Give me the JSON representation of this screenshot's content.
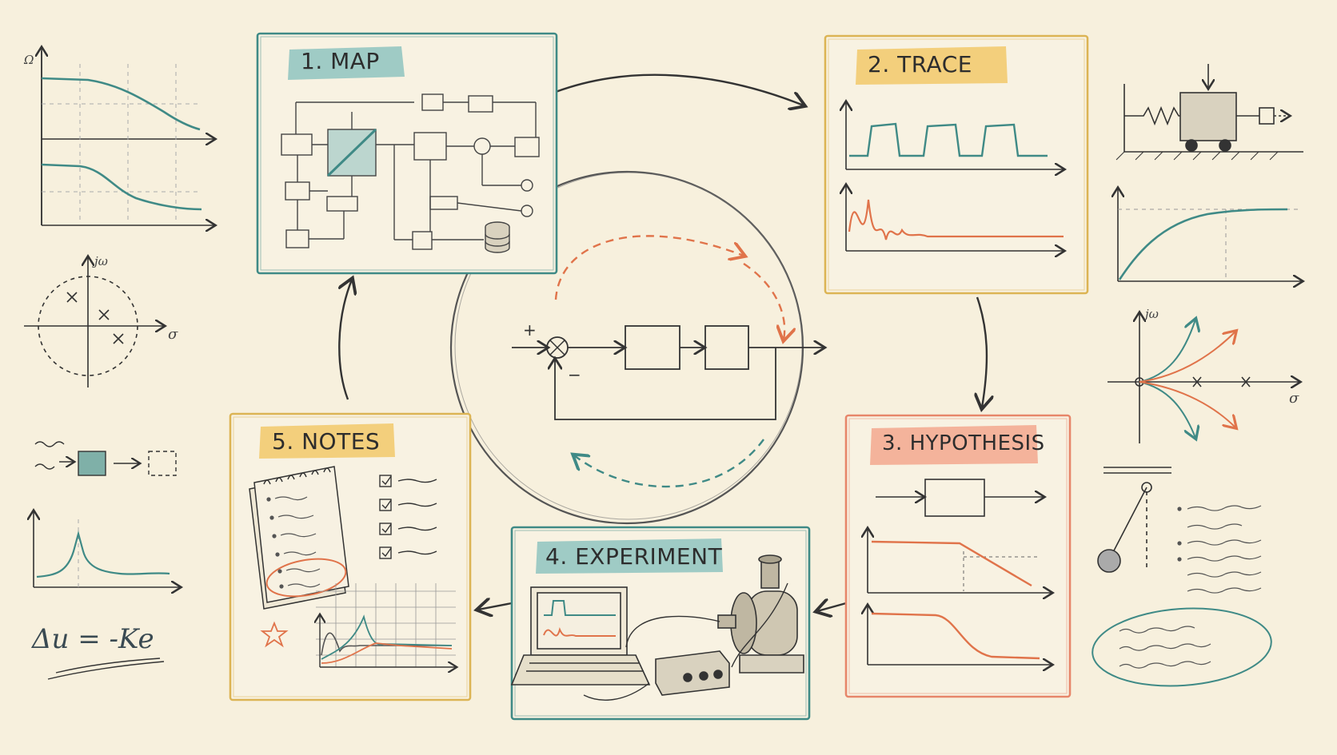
{
  "colors": {
    "paper": "#f7f0dd",
    "ink": "#3a3a3a",
    "teal": "#3f8a86",
    "orange": "#e0734a",
    "gold": "#dcb454",
    "salmon": "#e7866a"
  },
  "steps": [
    {
      "id": "map",
      "label": "1. MAP",
      "color": "teal",
      "highlight": "#8fc4c0"
    },
    {
      "id": "trace",
      "label": "2. TRACE",
      "color": "gold",
      "highlight": "#f2c96a"
    },
    {
      "id": "hypothesis",
      "label": "3. HYPOTHESIS",
      "color": "salmon",
      "highlight": "#f3a88e"
    },
    {
      "id": "experiment",
      "label": "4. EXPERIMENT",
      "color": "teal",
      "highlight": "#8fc4c0"
    },
    {
      "id": "notes",
      "label": "5. NOTES",
      "color": "gold",
      "highlight": "#f2c96a"
    }
  ],
  "center": {
    "plus_sign": "+",
    "minus_sign": "−"
  },
  "side_sketches": {
    "bode_axis_label": "Ω",
    "pz_axis_imag": "jω",
    "pz_axis_real": "σ",
    "root_locus_imag": "jω",
    "root_locus_real": "σ",
    "control_law": "Δu = -Ke"
  }
}
